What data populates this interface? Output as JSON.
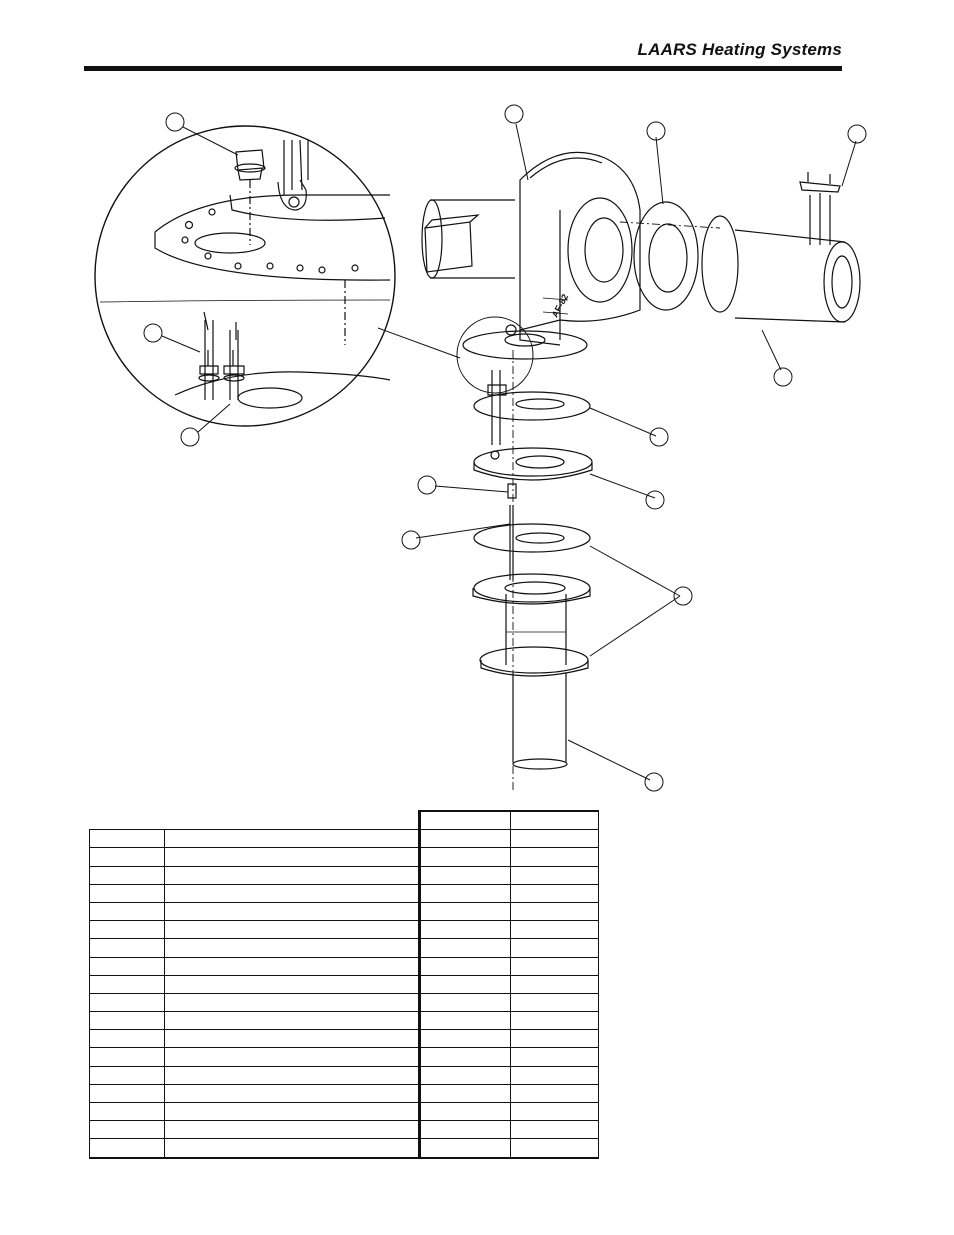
{
  "header": {
    "brand": "LAARS Heating Systems"
  },
  "diagram": {
    "stamp": "AF-82"
  },
  "parts_table": {
    "rows": 18
  }
}
